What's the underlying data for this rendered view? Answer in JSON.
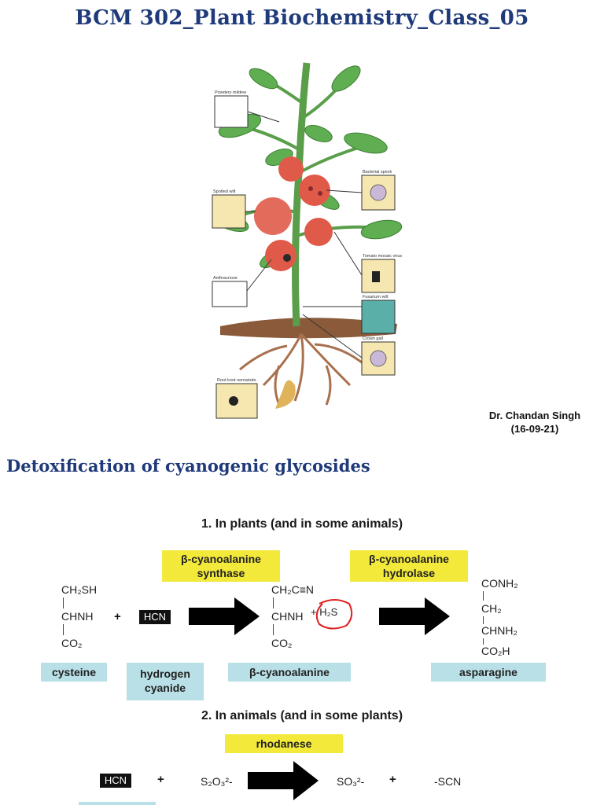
{
  "title": "BCM 302_Plant Biochemistry_Class_05",
  "author": {
    "name": "Dr. Chandan Singh",
    "date": "(16-09-21)"
  },
  "illustration": {
    "labels": [
      "Powdery mildew",
      "Bacterial speck",
      "Spotted wilt",
      "Tomato mosaic virus",
      "Anthracnose",
      "Fusarium wilt",
      "Crown gall",
      "Root knot nematode"
    ]
  },
  "section_title": "Detoxification of cyanogenic glycosides",
  "pathway1": {
    "heading": "1. In plants (and in some animals)",
    "enzyme1": [
      "β-cyanoalanine",
      "synthase"
    ],
    "enzyme2": [
      "β-cyanoalanine",
      "hydrolase"
    ],
    "cysteine": {
      "top": "CH₂SH",
      "mid": "CHNH",
      "bottom": "CO₂",
      "label": "cysteine"
    },
    "plus": "+",
    "hcn": {
      "text": "HCN",
      "label": [
        "hydrogen",
        "cyanide"
      ]
    },
    "cyanoalanine": {
      "top": "CH₂C≡N",
      "mid": "CHNH",
      "bottom": "CO₂",
      "byproduct": "+ H₂S",
      "label": "β-cyanoalanine"
    },
    "asparagine": {
      "top": "CONH₂",
      "l2": "CH₂",
      "l3": "CHNH₂",
      "bottom": "CO₂H",
      "label": "asparagine"
    }
  },
  "pathway2": {
    "heading": "2. In animals (and in some plants)",
    "enzyme": "rhodanese",
    "hcn": "HCN",
    "plus": "+",
    "thiosulfate": "S₂O₃²-",
    "sulfite": "SO₃²-",
    "thiocyanate": "-SCN"
  }
}
